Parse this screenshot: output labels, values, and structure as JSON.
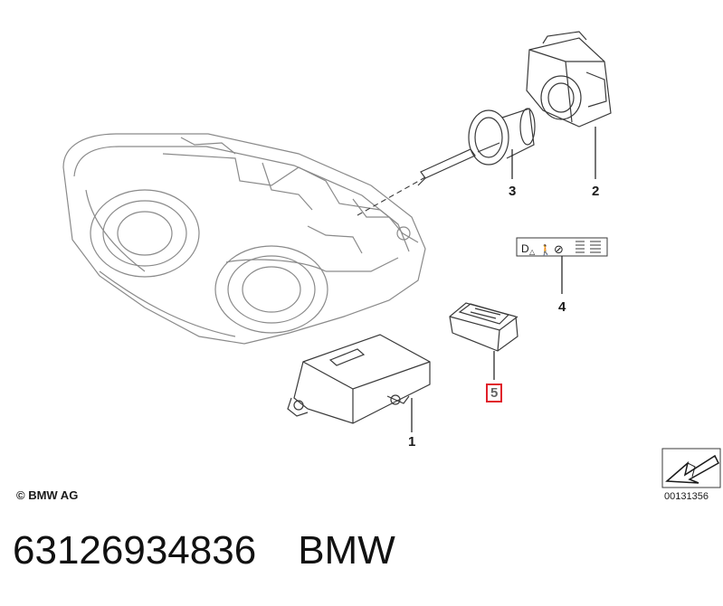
{
  "callouts": {
    "part1": "1",
    "part2": "2",
    "part3": "3",
    "part4": "4",
    "part5": "5"
  },
  "label_symbols": {
    "d": "D",
    "delta": "△",
    "person": "🚶",
    "no": "⊘"
  },
  "copyright": "© BMW AG",
  "diagram_code": "00131356",
  "footer": {
    "part_number": "63126934836",
    "brand": "BMW"
  },
  "colors": {
    "line": "#3a3a3a",
    "ghost": "#8a8a8a",
    "highlight": "#e0202a"
  }
}
